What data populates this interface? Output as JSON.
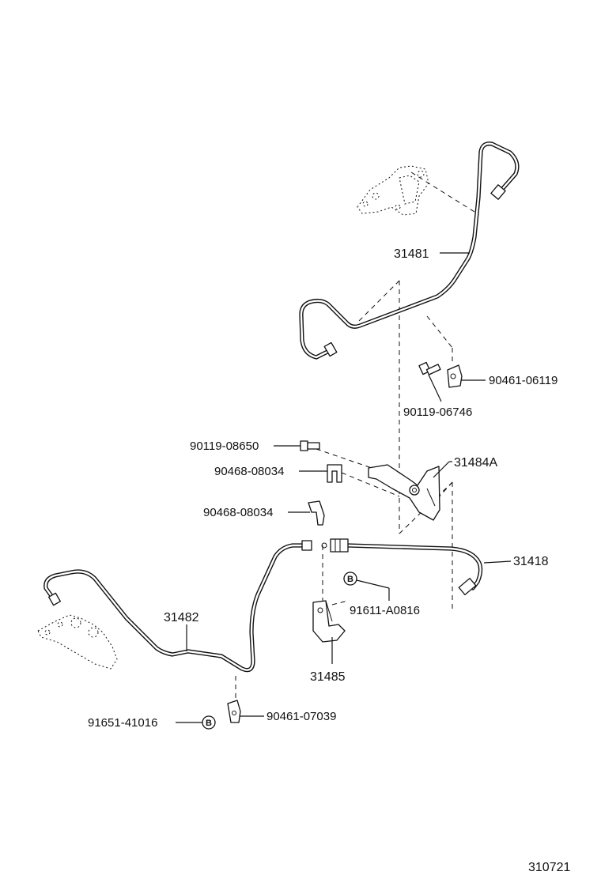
{
  "labels": {
    "p31481": "31481",
    "p90461_06119": "90461-06119",
    "p90119_06746": "90119-06746",
    "p90119_08650": "90119-08650",
    "p31484A": "31484A",
    "p90468_08034_a": "90468-08034",
    "p90468_08034_b": "90468-08034",
    "p31418": "31418",
    "p91611_A0816": "91611-A0816",
    "p31482": "31482",
    "p31485": "31485",
    "p91651_41016": "91651-41016",
    "p90461_07039": "90461-07039",
    "ref": "310721"
  },
  "markers": {
    "b1": "B",
    "b2": "B"
  }
}
